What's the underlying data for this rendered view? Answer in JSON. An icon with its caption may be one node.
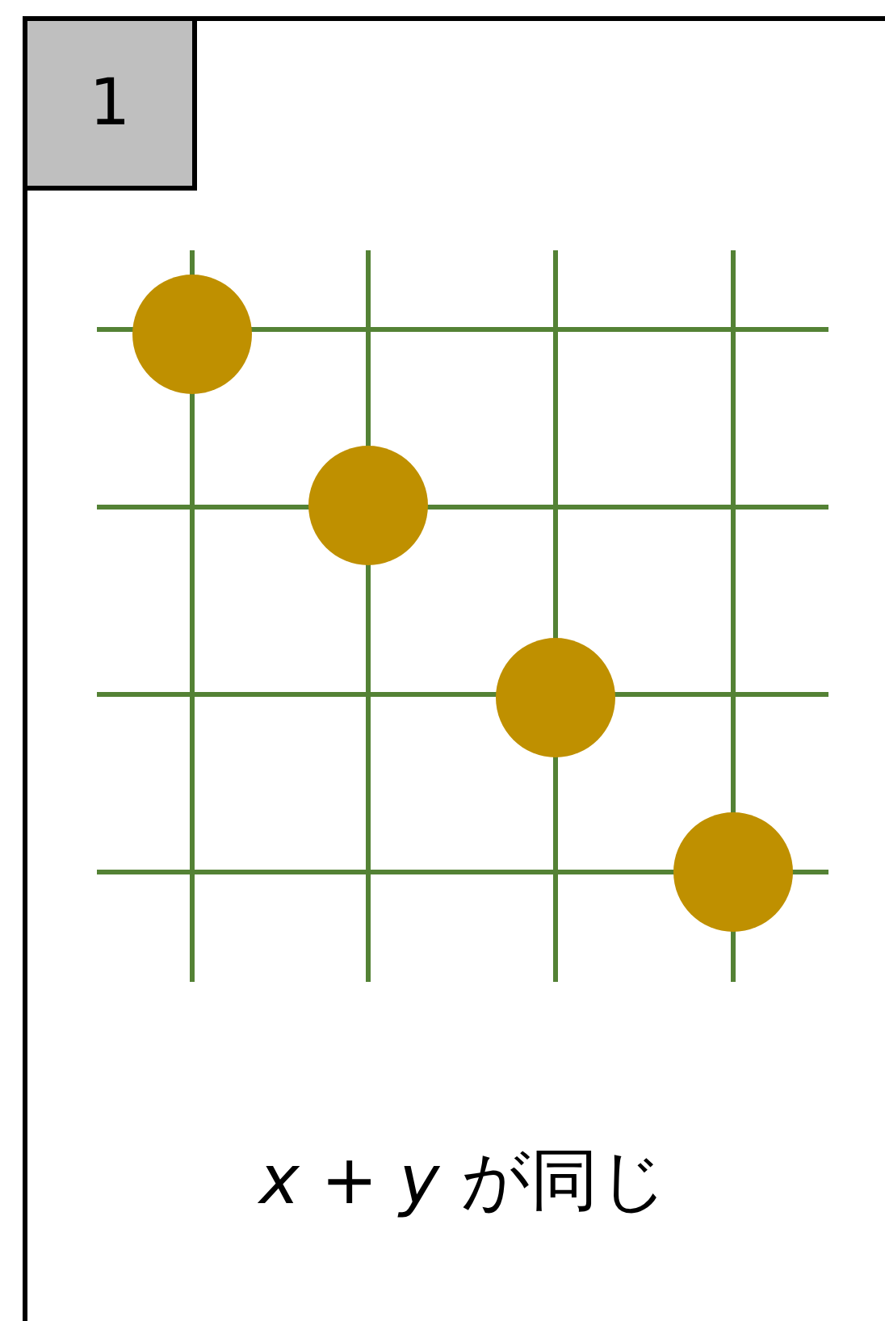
{
  "diagram": {
    "nodes": [
      {
        "text": [
          "*x* + *y* が同じ"
        ]
      },
      {
        "text": [
          "1"
        ],
        "in": 0
      }
    ]
  }
}
